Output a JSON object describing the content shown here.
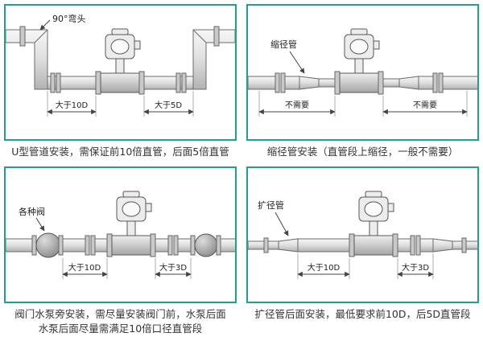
{
  "theme": {
    "accent": "#21a08e",
    "line_color": "#555555",
    "text_color": "#333333"
  },
  "panels": [
    {
      "callout": "90°弯头",
      "dims": [
        "大于10D",
        "大于5D"
      ],
      "caption_lines": [
        "U型管道安装，需保证前10倍直管，后面5倍直管"
      ]
    },
    {
      "callout": "缩径管",
      "dims": [
        "不需要",
        "不需要"
      ],
      "caption_lines": [
        "缩径管安装（直管段上缩径，一般不需要）"
      ]
    },
    {
      "callout": "各种阀",
      "dims": [
        "大于10D",
        "大于3D"
      ],
      "caption_lines": [
        "阀门水泵旁安装，需尽量安装阀门前，水泵后面",
        "水泵后面尽量需满足10倍口径直管段"
      ]
    },
    {
      "callout": "扩径管",
      "dims": [
        "大于10D",
        "大于3D"
      ],
      "caption_lines": [
        "扩径管后面安装，最低要求前10D，后5D直管段"
      ]
    }
  ]
}
